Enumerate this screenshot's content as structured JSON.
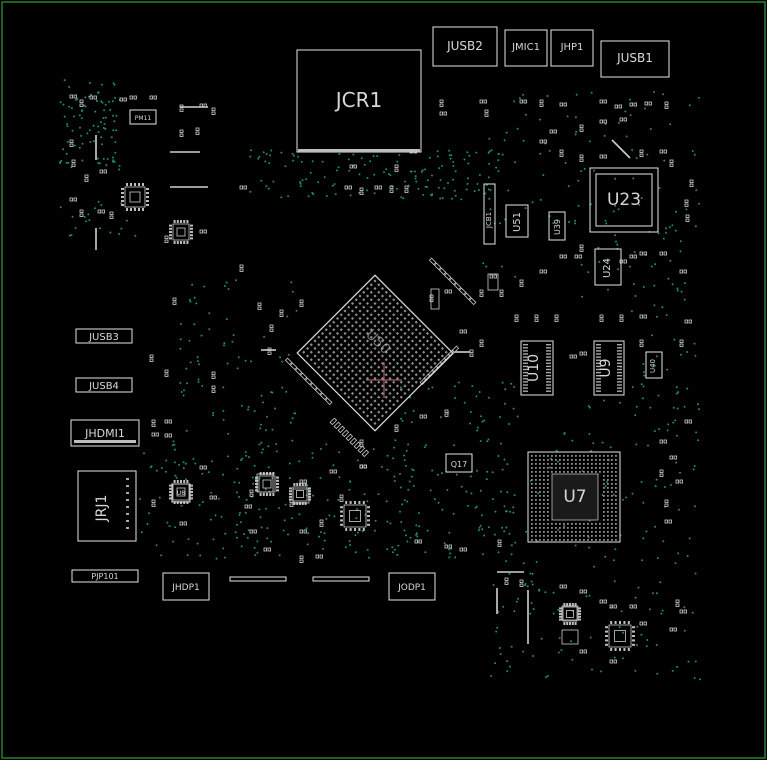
{
  "colors": {
    "background": "#000000",
    "border": "#2e7d32",
    "outline": "#e6e6e6",
    "via": "#1f8a7a",
    "marker": "#d06a7a"
  },
  "labels": {
    "jcr1": "JCR1",
    "jusb2": "JUSB2",
    "jmic1": "JMIC1",
    "jhp1": "JHP1",
    "jusb1": "JUSB1",
    "u23": "U23",
    "u51": "U51",
    "u39": "U39",
    "u24": "U24",
    "u10": "U10",
    "u9": "U9",
    "u40": "U40",
    "u7": "U7",
    "q17": "Q17",
    "jusb3": "JUSB3",
    "jusb4": "JUSB4",
    "jhdmi1": "JHDMI1",
    "jrj1": "JRJ1",
    "pjp101": "PJP101",
    "jhdp1": "JHDP1",
    "jodp1": "JODP1",
    "pm11": "PM11",
    "u8": "U8",
    "jcb1": "JCB1",
    "u50": "U50"
  }
}
